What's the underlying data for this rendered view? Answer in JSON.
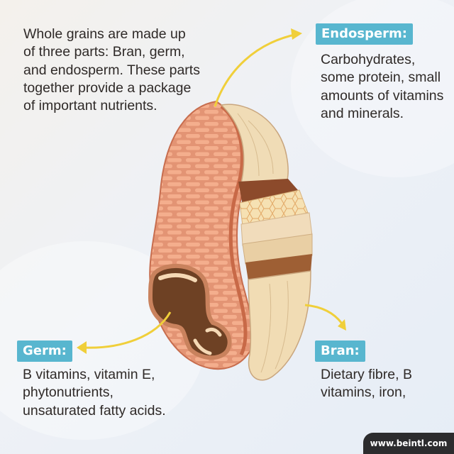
{
  "intro": "Whole grains are made up of three parts: Bran, germ, and endosperm. These parts together provide a package of important nutrients.",
  "endosperm": {
    "label": "Endosperm:",
    "text": "Carbohydrates, some protein, small amounts of vitamins and minerals."
  },
  "germ": {
    "label": "Germ:",
    "text": "B vitamins, vitamin E, phytonutrients, unsaturated fatty acids."
  },
  "bran": {
    "label": "Bran:",
    "text": "Dietary fibre, B vitamins, iron,"
  },
  "footer": "www.beintl.com",
  "colors": {
    "label_bg": "#58b6cf",
    "arrow": "#f0cf3a",
    "bran_outer": "#de9470",
    "endosperm": "#f0dcb6",
    "germ": "#6e4124"
  }
}
